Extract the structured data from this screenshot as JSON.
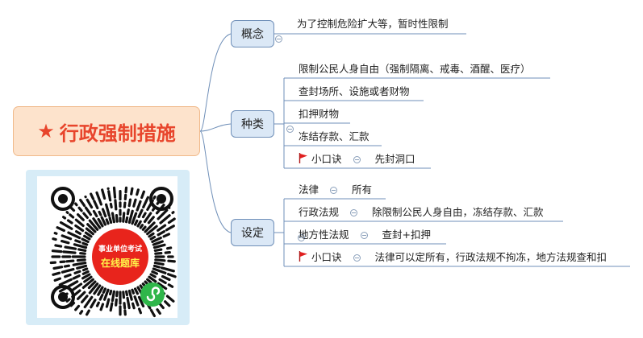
{
  "mindmap": {
    "root": {
      "title": "行政强制措施",
      "icon": "star-icon",
      "color": "#e8452c"
    },
    "branches": {
      "concept": {
        "label": "概念",
        "items": [
          "为了控制危险扩大等，暂时性限制"
        ]
      },
      "types": {
        "label": "种类",
        "items": [
          "限制公民人身自由（强制隔离、戒毒、酒醒、医疗）",
          "查封场所、设施或者财物",
          "扣押财物",
          "冻结存款、汇款"
        ],
        "mnemonic": {
          "label": "小口诀",
          "text": "先封洞口"
        }
      },
      "setting": {
        "label": "设定",
        "rows": [
          {
            "label": "法律",
            "text": "所有"
          },
          {
            "label": "行政法规",
            "text": "除限制公民人身自由，冻结存款、汇款"
          },
          {
            "label": "地方性法规",
            "text": "查封+扣押"
          }
        ],
        "mnemonic": {
          "label": "小口诀",
          "text": "法律可以定所有，行政法规不拘冻，地方法规查和扣"
        }
      }
    }
  },
  "qr_card": {
    "badge_line1": "事业单位考试",
    "badge_line2": "在线题库",
    "background": "#d7ecf7",
    "badge_color": "#e8241c",
    "icon": "mini-program-icon"
  },
  "colors": {
    "line": "#6f8fb8",
    "branch_fill": "#dbe8f6",
    "root_fill": "#fde3cc",
    "flag": "#e02020"
  }
}
